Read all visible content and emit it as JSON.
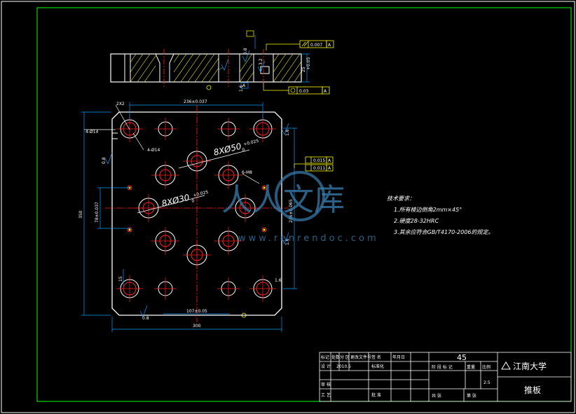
{
  "dimensions": {
    "top_width": "236±0.037",
    "hole_big": "8XØ50",
    "hole_big_tol": "+0.025",
    "hole_big_tol2": "0",
    "hole_small": "8XØ30",
    "hole_small_tol": "+0.025",
    "hole_small_tol2": "0",
    "left_height": "350",
    "left_inner": "78±0.037",
    "right_height": "236±0.065",
    "bottom_width": "300",
    "bottom_inner": "107±0.05",
    "chamfer_note": "4-Ø14",
    "chamfer_note2": "4-Ø14",
    "side_note": "6-M8",
    "small_r": "2X2",
    "bottom_small": "15",
    "side_height": "+0.05",
    "side_t": "25"
  },
  "tolerance_boxes": {
    "parallel": "0.007",
    "parallel_ref": "A",
    "flat": "0.03",
    "flat_ref": "A",
    "perp1": "0.015",
    "perp1_ref": "A",
    "perp2": "0.011",
    "perp2_ref": "A",
    "datum": "A"
  },
  "roughness": {
    "r1": "0.8",
    "r2": "1.6",
    "r3": "3.2",
    "r4": "0.8",
    "r5": "1.6",
    "r6": "1.6",
    "r7": "0.8",
    "r8": "1.6"
  },
  "notes": {
    "title": "技术要求：",
    "item1": "1.所有棱边倒角2mm×45°",
    "item2": "2.硬度28-32HRC",
    "item3": "3.其余应符合GB/T4170-2006的规定。"
  },
  "title_block": {
    "h_mark": "标记",
    "h_count": "处数",
    "h_zone": "分 区",
    "h_doc": "更改文件号",
    "h_sign": "签 名",
    "h_date": "年月日",
    "design": "设 计",
    "standard": "标准化",
    "review": "审 核",
    "process": "工 艺",
    "approve": "批 准",
    "date_design": "2010.5",
    "stage_label": "阶 段 标 记",
    "weight": "重量",
    "scale": "比例",
    "scale_value": "2:5",
    "sheets": "共 张",
    "sheet": "第 张",
    "material": "45",
    "school": "江南大学",
    "part_name": "推板"
  },
  "watermark": {
    "text": "人人文库",
    "url": "www.renrendoc.com"
  },
  "colors": {
    "background": "#000000",
    "frame": "#00ff00",
    "outline": "#ffffff",
    "centerline": "#ff2020",
    "dim": "#00a0ff",
    "tolerance": "#ffff00",
    "hatch": "#ffff00"
  }
}
